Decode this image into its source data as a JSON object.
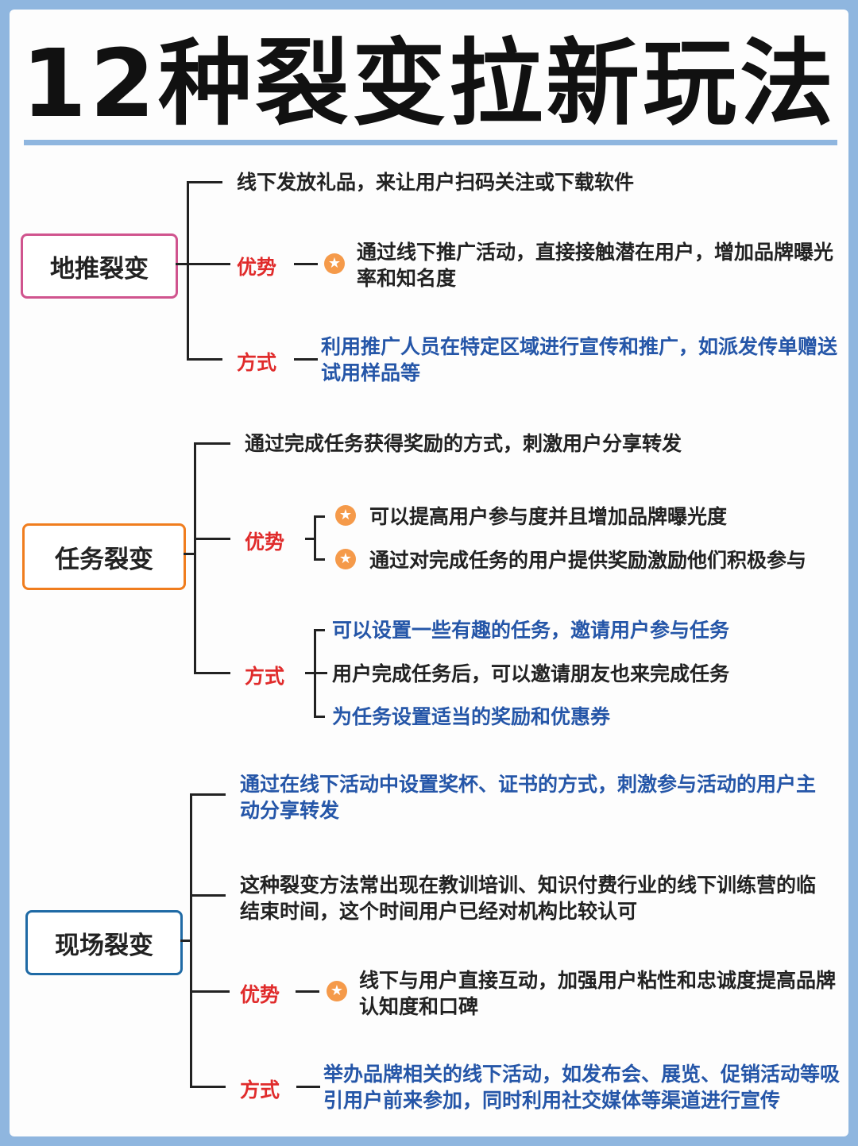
{
  "title": "12种裂变拉新玩法",
  "sections": [
    {
      "category": "地推裂变",
      "desc": "线下发放礼品，来让用户扫码关注或下载软件",
      "advantage_label": "优势",
      "advantages": [
        "通过线下推广活动，直接接触潜在用户，增加品牌曝光率和知名度"
      ],
      "method_label": "方式",
      "methods": [
        "利用推广人员在特定区域进行宣传和推广，如派发传单赠送试用样品等"
      ]
    },
    {
      "category": "任务裂变",
      "desc": "通过完成任务获得奖励的方式，刺激用户分享转发",
      "advantage_label": "优势",
      "advantages": [
        "可以提高用户参与度并且增加品牌曝光度",
        "通过对完成任务的用户提供奖励激励他们积极参与"
      ],
      "method_label": "方式",
      "methods": [
        "可以设置一些有趣的任务，邀请用户参与任务",
        "用户完成任务后，可以邀请朋友也来完成任务",
        "为任务设置适当的奖励和优惠券"
      ]
    },
    {
      "category": "现场裂变",
      "descs": [
        "通过在线下活动中设置奖杯、证书的方式，刺激参与活动的用户主动分享转发",
        "这种裂变方法常出现在教训培训、知识付费行业的线下训练营的临结束时间，这个时间用户已经对机构比较认可"
      ],
      "advantage_label": "优势",
      "advantages": [
        "线下与用户直接互动，加强用户粘性和忠诚度提高品牌认知度和口碑"
      ],
      "method_label": "方式",
      "methods": [
        "举办品牌相关的线下活动，如发布会、展览、促销活动等吸引用户前来参加，同时利用社交媒体等渠道进行宣传"
      ]
    }
  ],
  "icons": {
    "star": "star-icon"
  },
  "colors": {
    "border1": "#d0548e",
    "border2": "#f07d1e",
    "border3": "#1f6aa5",
    "label": "#e02b2b",
    "blue_text": "#2556a8",
    "star": "#f59a4a",
    "frame": "#8fb6df"
  }
}
